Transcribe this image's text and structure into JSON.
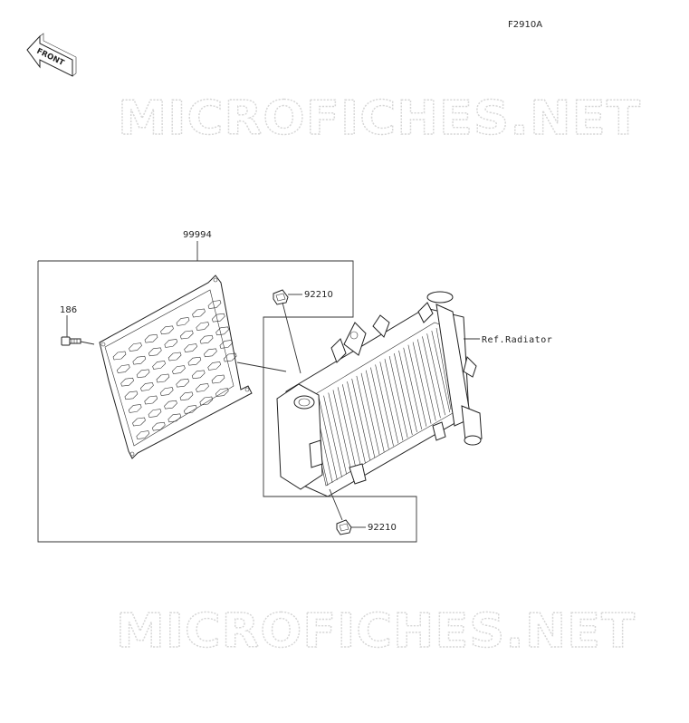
{
  "diagram": {
    "figure_code": "F2910A",
    "front_label": "FRONT",
    "watermark_top": "MICROFICHES.NET",
    "watermark_bottom": "MICROFICHES.NET",
    "callouts": {
      "assembly": "99994",
      "bolt": "186",
      "clip_upper": "92210",
      "clip_lower": "92210",
      "radiator_ref": "Ref.Radiator"
    },
    "icons": {
      "front_arrow": "front-arrow-icon"
    }
  }
}
